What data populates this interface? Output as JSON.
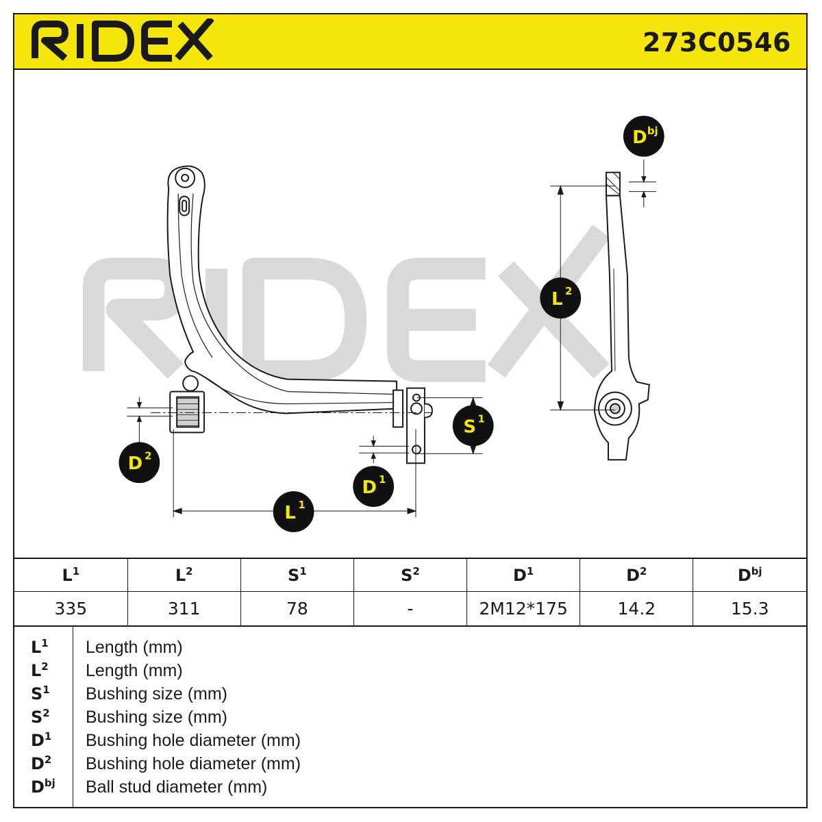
{
  "brand": {
    "name": "RIDEX",
    "color_yellow": "#f5e50a",
    "color_dark": "#1a1a1a"
  },
  "part_number": "273C0546",
  "watermark": "RIDEX",
  "callouts": {
    "dbj": {
      "base": "D",
      "sup": "bj"
    },
    "l2": {
      "base": "L",
      "sup": "2"
    },
    "s1": {
      "base": "S",
      "sup": "1"
    },
    "d2": {
      "base": "D",
      "sup": "2"
    },
    "d1": {
      "base": "D",
      "sup": "1"
    },
    "l1": {
      "base": "L",
      "sup": "1"
    }
  },
  "spec_table": {
    "headers": [
      {
        "base": "L",
        "sup": "1"
      },
      {
        "base": "L",
        "sup": "2"
      },
      {
        "base": "S",
        "sup": "1"
      },
      {
        "base": "S",
        "sup": "2"
      },
      {
        "base": "D",
        "sup": "1"
      },
      {
        "base": "D",
        "sup": "2"
      },
      {
        "base": "D",
        "sup": "bj"
      }
    ],
    "values": [
      "335",
      "311",
      "78",
      "-",
      "2M12*175",
      "14.2",
      "15.3"
    ]
  },
  "legend": [
    {
      "base": "L",
      "sup": "1",
      "text": "Length (mm)"
    },
    {
      "base": "L",
      "sup": "2",
      "text": "Length (mm)"
    },
    {
      "base": "S",
      "sup": "1",
      "text": "Bushing size (mm)"
    },
    {
      "base": "S",
      "sup": "2",
      "text": "Bushing size (mm)"
    },
    {
      "base": "D",
      "sup": "1",
      "text": "Bushing hole diameter (mm)"
    },
    {
      "base": "D",
      "sup": "2",
      "text": "Bushing hole diameter (mm)"
    },
    {
      "base": "D",
      "sup": "bj",
      "text": "Ball stud diameter (mm)"
    }
  ]
}
